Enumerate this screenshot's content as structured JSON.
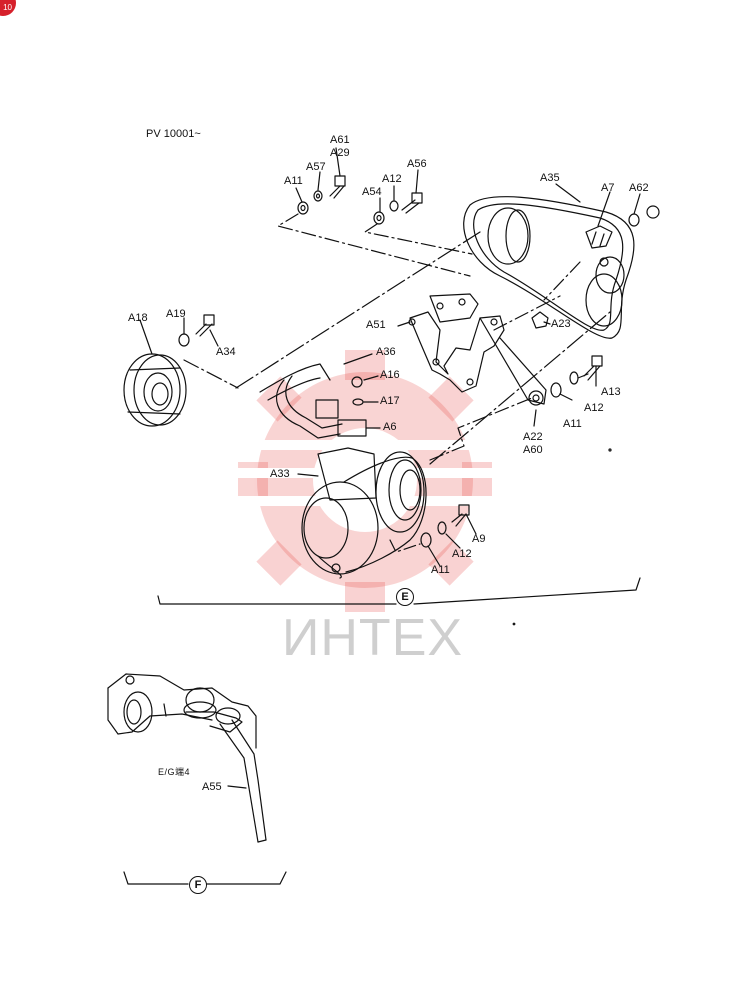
{
  "badge": {
    "text": "10"
  },
  "section_e": {
    "header": "PV 10001~",
    "marker": "E",
    "labels": {
      "a61": "A61",
      "a29": "A29",
      "a57": "A57",
      "a11_top": "A11",
      "a54": "A54",
      "a12_top": "A12",
      "a56": "A56",
      "a35": "A35",
      "a7": "A7",
      "a62": "A62",
      "a18": "A18",
      "a19": "A19",
      "a34": "A34",
      "a51": "A51",
      "a23": "A23",
      "a36": "A36",
      "a16": "A16",
      "a17": "A17",
      "a6": "A6",
      "a13": "A13",
      "a12_mid": "A12",
      "a11_mid": "A11",
      "a22": "A22",
      "a60": "A60",
      "a33": "A33",
      "a9": "A9",
      "a12_bot": "A12",
      "a11_bot": "A11"
    }
  },
  "section_f": {
    "marker": "F",
    "engine_label": "E/G端4",
    "labels": {
      "a55": "A55"
    }
  },
  "watermark": {
    "text": "ИНТЕХ"
  }
}
